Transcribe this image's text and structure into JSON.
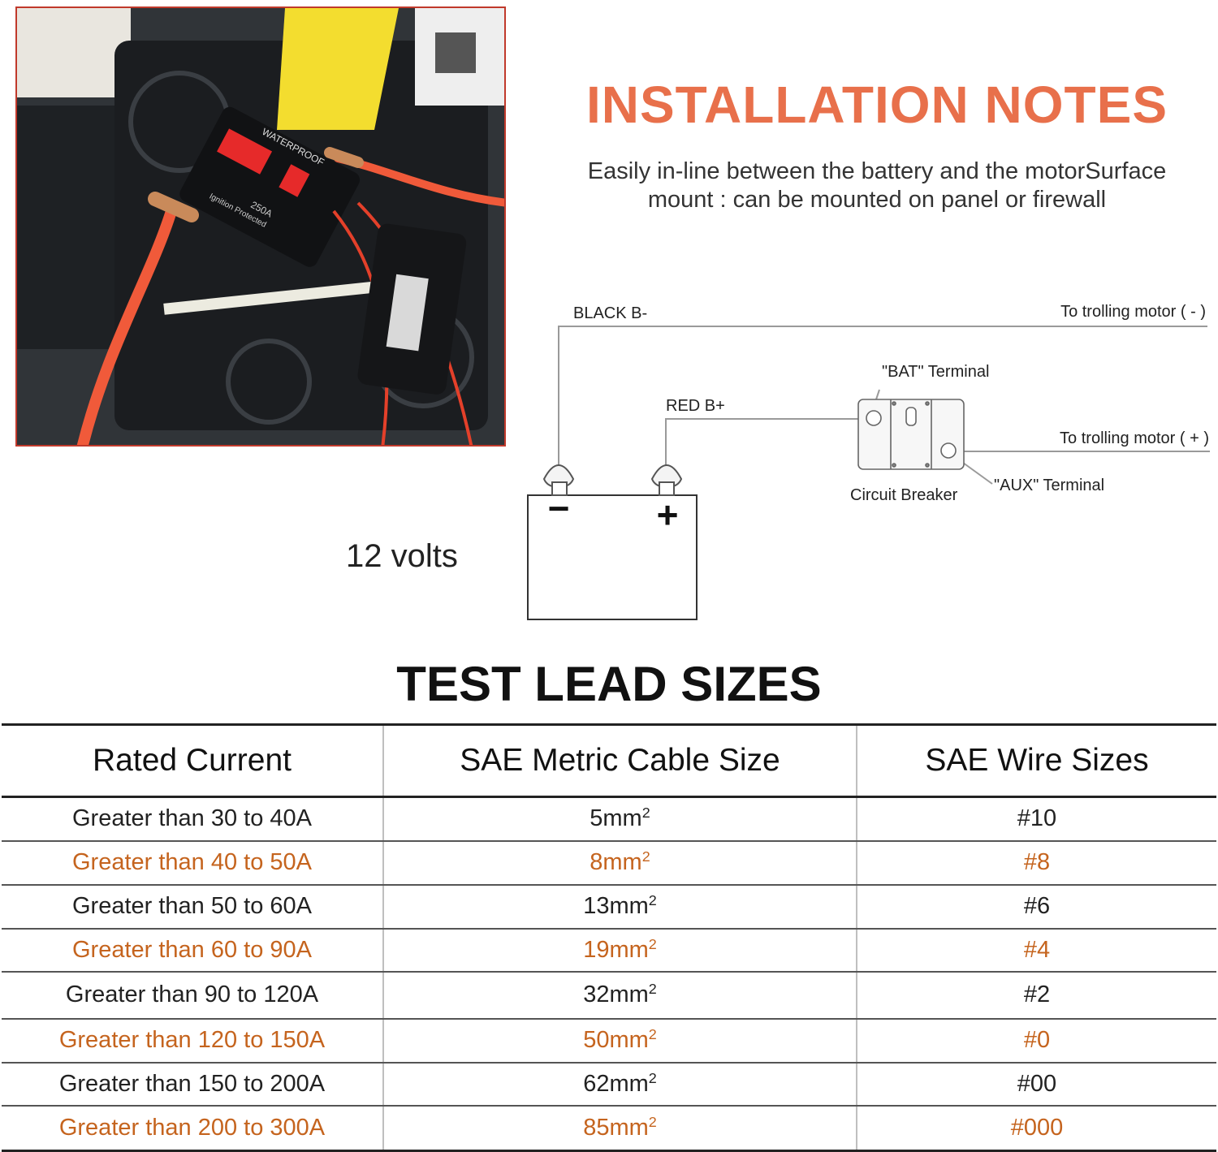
{
  "colors": {
    "title": "#e8704b",
    "alt_row_text": "#c5641e",
    "row_text": "#222222",
    "wire_red": "#f05a3a",
    "line": "#9a9a9a"
  },
  "photo": {
    "label_waterproof": "WATERPROOF",
    "label_rating": "250A",
    "label_ignition": "Ignition Protected"
  },
  "header": {
    "title": "INSTALLATION NOTES",
    "subtitle_line1": "Easily in-line between the battery and the motorSurface",
    "subtitle_line2": "mount : can be mounted on panel or firewall"
  },
  "diagram": {
    "black_label": "BLACK B-",
    "motor_neg_label": "To trolling motor ( - )",
    "bat_terminal_label": "\"BAT\" Terminal",
    "red_label": "RED B+",
    "motor_pos_label": "To trolling motor ( + )",
    "breaker_label": "Circuit Breaker",
    "aux_terminal_label": "\"AUX\" Terminal",
    "voltage_label": "12 volts",
    "minus_symbol": "−",
    "plus_symbol": "+"
  },
  "table": {
    "title": "TEST LEAD SIZES",
    "headers": [
      "Rated Current",
      "SAE Metric Cable Size",
      "SAE Wire Sizes"
    ],
    "unit_sup": "2",
    "rows": [
      {
        "current": "Greater than 30 to 40A",
        "metric": "5mm",
        "wire": "#10"
      },
      {
        "current": "Greater than 40 to 50A",
        "metric": "8mm",
        "wire": "#8"
      },
      {
        "current": "Greater than 50 to 60A",
        "metric": "13mm",
        "wire": "#6"
      },
      {
        "current": "Greater than 60 to 90A",
        "metric": "19mm",
        "wire": "#4"
      },
      {
        "current": "Greater than 90 to 120A",
        "metric": "32mm",
        "wire": "#2"
      },
      {
        "current": "Greater than 120 to 150A",
        "metric": "50mm",
        "wire": "#0"
      },
      {
        "current": "Greater than 150 to 200A",
        "metric": "62mm",
        "wire": "#00"
      },
      {
        "current": "Greater than 200 to 300A",
        "metric": "85mm",
        "wire": "#000"
      }
    ]
  }
}
